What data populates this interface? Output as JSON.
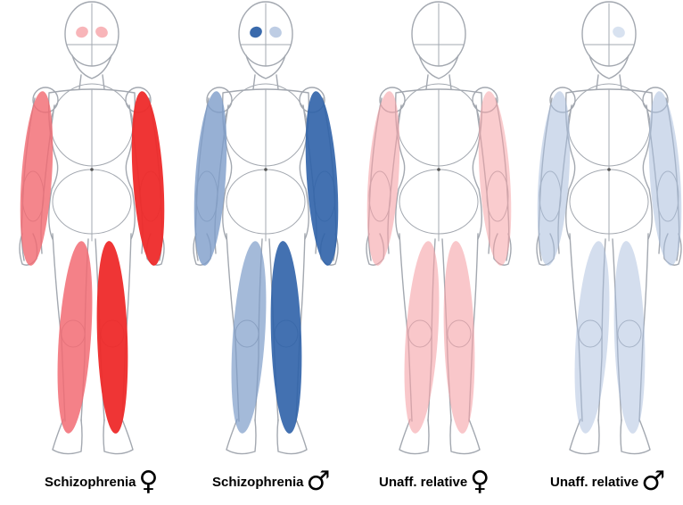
{
  "panels": [
    {
      "label": "Schizophrenia",
      "sex_symbol": "♀",
      "sex_icon": "female-symbol-icon",
      "colors": {
        "light": "#f26b73",
        "dark": "#ee2a2a"
      },
      "regions": [
        {
          "name": "left-eye",
          "shade": "light",
          "opacity": 0.5
        },
        {
          "name": "right-eye",
          "shade": "light",
          "opacity": 0.5
        },
        {
          "name": "left-arm",
          "shade": "light",
          "opacity": 0.82
        },
        {
          "name": "right-arm",
          "shade": "dark",
          "opacity": 0.95
        },
        {
          "name": "left-leg",
          "shade": "light",
          "opacity": 0.85
        },
        {
          "name": "right-leg",
          "shade": "dark",
          "opacity": 0.95
        }
      ]
    },
    {
      "label": "Schizophrenia",
      "sex_symbol": "♂",
      "sex_icon": "male-symbol-icon",
      "colors": {
        "light": "#7d9cc9",
        "dark": "#2f62a8"
      },
      "regions": [
        {
          "name": "left-eye",
          "shade": "dark",
          "opacity": 0.95
        },
        {
          "name": "right-eye",
          "shade": "light",
          "opacity": 0.5
        },
        {
          "name": "left-arm",
          "shade": "light",
          "opacity": 0.8
        },
        {
          "name": "right-arm",
          "shade": "dark",
          "opacity": 0.9
        },
        {
          "name": "left-leg",
          "shade": "light",
          "opacity": 0.7
        },
        {
          "name": "right-leg",
          "shade": "dark",
          "opacity": 0.9
        }
      ]
    },
    {
      "label": "Unaff. relative",
      "sex_symbol": "♀",
      "sex_icon": "female-symbol-icon",
      "colors": {
        "light": "#f5a2a6",
        "dark": "#f5a2a6"
      },
      "regions": [
        {
          "name": "left-arm",
          "shade": "light",
          "opacity": 0.6
        },
        {
          "name": "right-arm",
          "shade": "light",
          "opacity": 0.55
        },
        {
          "name": "left-leg",
          "shade": "light",
          "opacity": 0.6
        },
        {
          "name": "right-leg",
          "shade": "light",
          "opacity": 0.6
        }
      ]
    },
    {
      "label": "Unaff. relative",
      "sex_symbol": "♂",
      "sex_icon": "male-symbol-icon",
      "colors": {
        "light": "#a9bedd",
        "dark": "#a9bedd"
      },
      "regions": [
        {
          "name": "right-eye",
          "shade": "light",
          "opacity": 0.45
        },
        {
          "name": "left-arm",
          "shade": "light",
          "opacity": 0.55
        },
        {
          "name": "right-arm",
          "shade": "light",
          "opacity": 0.55
        },
        {
          "name": "left-leg",
          "shade": "light",
          "opacity": 0.5
        },
        {
          "name": "right-leg",
          "shade": "light",
          "opacity": 0.5
        }
      ]
    }
  ]
}
